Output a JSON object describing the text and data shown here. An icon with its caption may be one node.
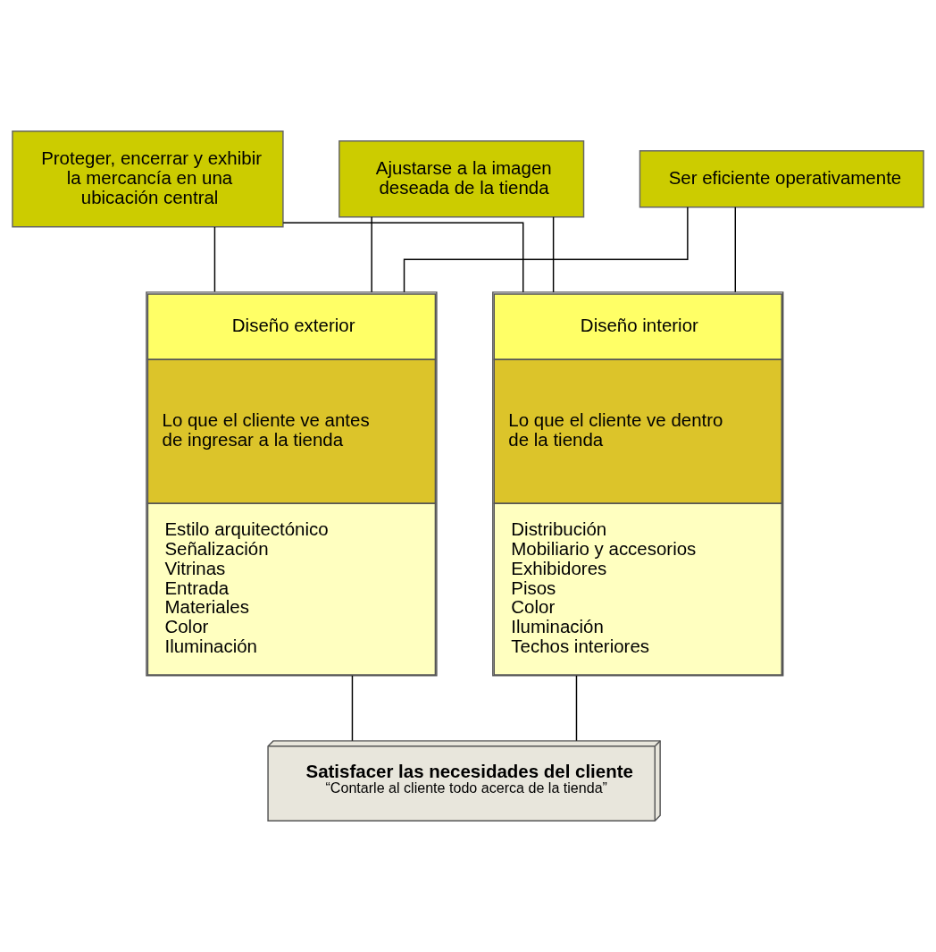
{
  "diagram": {
    "nodes": [
      {
        "text": [
          "Proteger, encerrar y exhibir la mercancía en una ubicación central"
        ]
      },
      {
        "text": [
          "Ajustarse a la imagen deseada de la tienda"
        ]
      },
      {
        "text": [
          "Ser eficiente operativamente"
        ]
      },
      {
        "text": [
          "Diseño exterior",
          "Lo que el cliente ve antes de ingresar a la tienda",
          "Estilo arquitectónico",
          "Señalización",
          "Vitrinas",
          "Entrada",
          "Materiales",
          "Color",
          "Iluminación"
        ]
      },
      {
        "text": [
          "Diseño interior",
          "Lo que el cliente ve dentro de la tienda",
          "Distribución",
          "Mobiliario y accesorios",
          "Exhibidores",
          "Pisos",
          "Color",
          "Iluminación",
          "Techos interiores"
        ]
      },
      {
        "text": [
          "Satisfacer las necesidades del cliente",
          "“Contarle al cliente todo acerca de la tienda”"
        ]
      }
    ],
    "edges": [
      {
        "from": 0,
        "to": 3,
        "arrow": "none"
      },
      {
        "from": 0,
        "to": 4,
        "arrow": "none"
      },
      {
        "from": 1,
        "to": 3,
        "arrow": "none"
      },
      {
        "from": 1,
        "to": 4,
        "arrow": "none"
      },
      {
        "from": 2,
        "to": 3,
        "arrow": "none"
      },
      {
        "from": 2,
        "to": 4,
        "arrow": "none"
      },
      {
        "from": 3,
        "to": 5,
        "arrow": "none"
      },
      {
        "from": 4,
        "to": 5,
        "arrow": "none"
      }
    ]
  }
}
